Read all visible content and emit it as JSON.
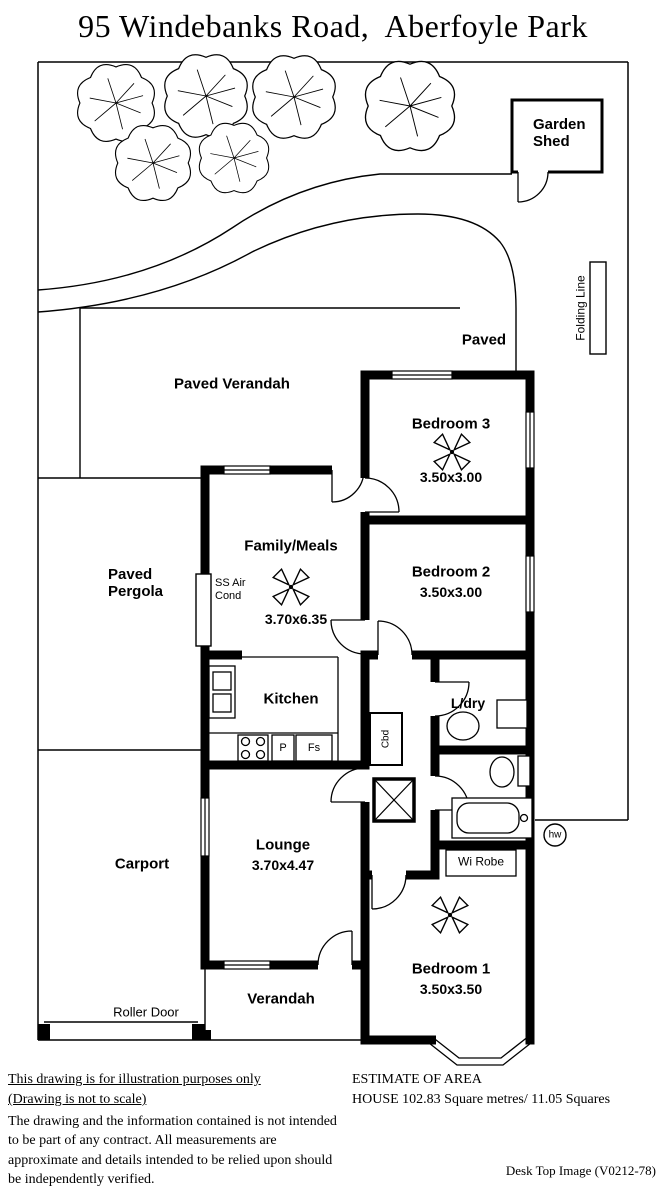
{
  "title": "95 Windebanks Road,  Aberfoyle Park",
  "site": {
    "garden_shed": "Garden Shed",
    "folding_line": "Folding Line",
    "paved": "Paved",
    "paved_verandah": "Paved Verandah",
    "paved_pergola": "Paved Pergola",
    "carport": "Carport",
    "roller_door": "Roller Door",
    "verandah": "Verandah"
  },
  "rooms": {
    "bedroom3": {
      "name": "Bedroom 3",
      "dims": "3.50x3.00"
    },
    "bedroom2": {
      "name": "Bedroom 2",
      "dims": "3.50x3.00"
    },
    "family_meals": {
      "name": "Family/Meals",
      "dims": "3.70x6.35",
      "air_cond": "SS Air Cond"
    },
    "kitchen": {
      "name": "Kitchen",
      "pantry": "P",
      "fridge_space": "Fs"
    },
    "laundry": {
      "name": "L/dry"
    },
    "cupboard": {
      "name": "Cbd"
    },
    "lounge": {
      "name": "Lounge",
      "dims": "3.70x4.47"
    },
    "bedroom1": {
      "name": "Bedroom 1",
      "dims": "3.50x3.50"
    },
    "wardrobe": {
      "name": "Wi Robe"
    },
    "hot_water": {
      "name": "hw"
    }
  },
  "footer": {
    "disclaimer_line1": "This drawing is for illustration purposes only",
    "disclaimer_line2": "(Drawing is not to scale)",
    "disclaimer_body": "The drawing and the information contained is not intended to be part of any contract.  All measurements are approximate and details intended to be relied upon should be independently verified.",
    "estimate_title": "ESTIMATE OF AREA",
    "estimate_value": "HOUSE  102.83 Square metres/ 11.05 Squares",
    "credit": "Desk Top Image  (V0212-78)"
  }
}
